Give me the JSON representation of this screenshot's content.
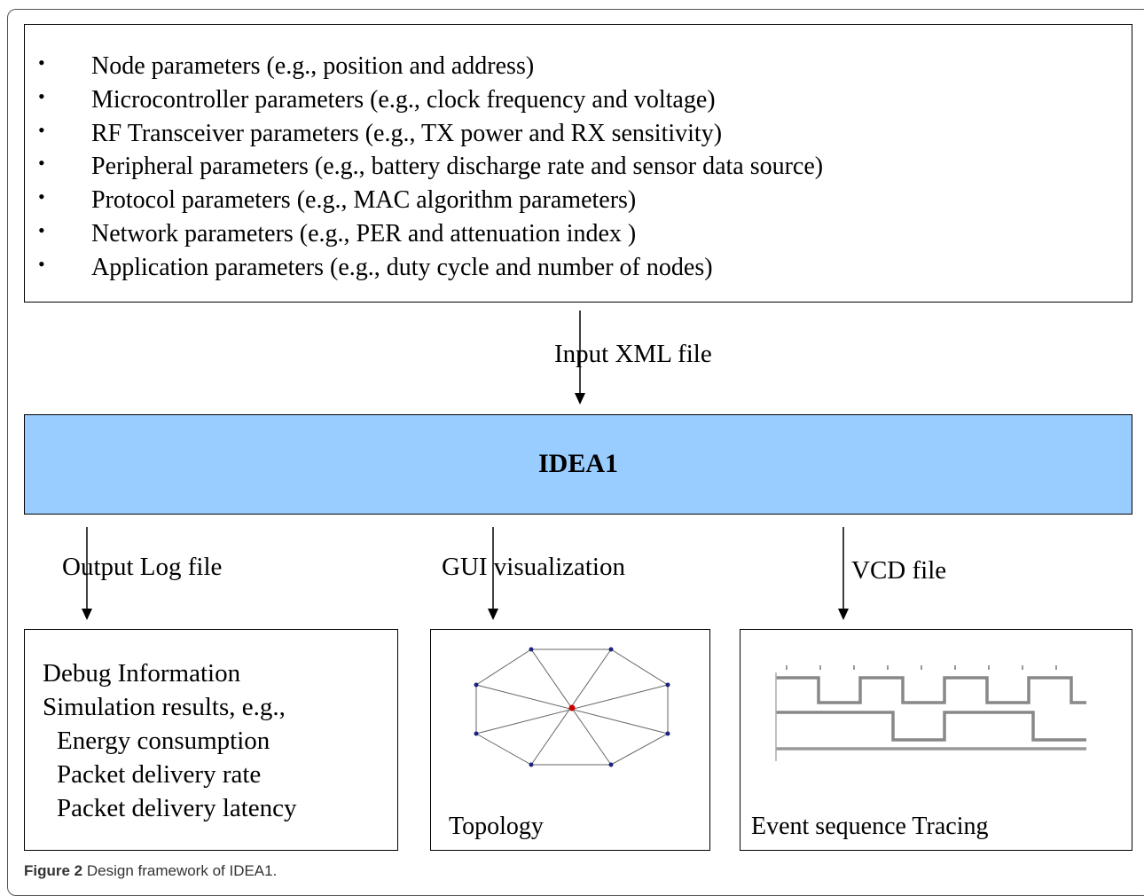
{
  "parameters": [
    "Node parameters (e.g., position and address)",
    "Microcontroller parameters (e.g., clock frequency and voltage)",
    "RF Transceiver parameters (e.g., TX power and RX sensitivity)",
    "Peripheral parameters (e.g., battery discharge rate and sensor data source)",
    "Protocol parameters (e.g., MAC algorithm parameters)",
    "Network parameters (e.g., PER and attenuation index )",
    "Application parameters (e.g., duty cycle and number of nodes)"
  ],
  "bullet": "•",
  "input_label": "Input XML file",
  "core_title": "IDEA1",
  "outputs": {
    "log_label": "Output Log file",
    "gui_label": "GUI visualization",
    "vcd_label": "VCD file"
  },
  "log_box": {
    "lines": [
      "Debug Information",
      "Simulation results, e.g.,",
      "Energy consumption",
      "Packet delivery rate",
      "Packet delivery latency"
    ]
  },
  "topology_caption": "Topology",
  "trace_caption": "Event sequence Tracing",
  "figure_caption": {
    "label": "Figure 2",
    "text": "Design framework of IDEA1."
  },
  "colors": {
    "core_fill": "#99ccff",
    "node_dot": "#1a237e",
    "center_dot": "#cc0000"
  }
}
